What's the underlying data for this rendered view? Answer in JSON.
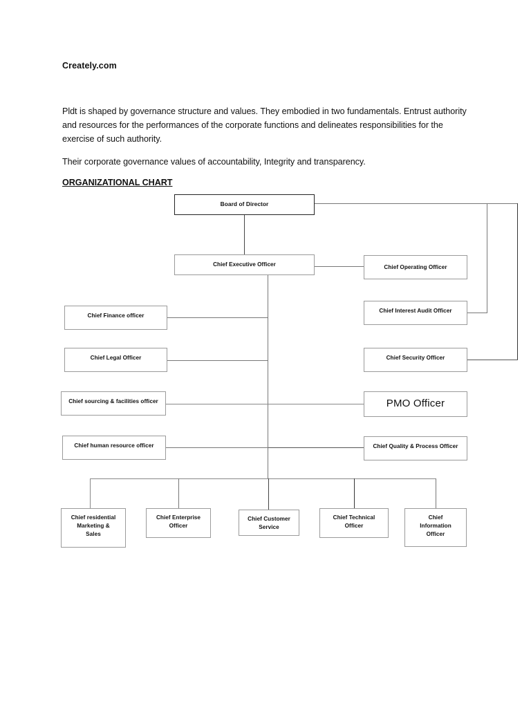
{
  "document": {
    "site_name": "Creately.com",
    "paragraph_1": "Pldt is shaped by governance structure and values. They embodied in two fundamentals. Entrust authority and resources for the performances of the corporate functions and delineates responsibilities for the exercise of such authority.",
    "paragraph_2": "Their corporate governance values of accountability, Integrity and transparency.",
    "section_title": "ORGANIZATIONAL CHART"
  },
  "chart_data": {
    "type": "diagram",
    "title": "ORGANIZATIONAL CHART",
    "root": "Board of Director",
    "nodes": {
      "board": "Board of Director",
      "ceo": "Chief Executive Officer",
      "coo": "Chief Operating Officer",
      "finance": "Chief Finance officer",
      "interest_audit": "Chief Interest Audit Officer",
      "legal": "Chief Legal Officer",
      "security": "Chief Security Officer",
      "sourcing": "Chief sourcing & facilities officer",
      "pmo": "PMO Officer",
      "hr": "Chief human resource officer",
      "quality": "Chief Quality & Process Officer",
      "residential_l1": "Chief residential",
      "residential_l2": "Marketing &",
      "residential_l3": "Sales",
      "enterprise_l1": "Chief Enterprise",
      "enterprise_l2": "Officer",
      "customer_l1": "Chief Customer",
      "customer_l2": "Service",
      "technical_l1": "Chief Technical",
      "technical_l2": "Officer",
      "information_l1": "Chief",
      "information_l2": "Information",
      "information_l3": "Officer"
    },
    "hierarchy": [
      {
        "name": "Board of Director",
        "children": [
          {
            "name": "Chief Executive Officer",
            "children": [
              {
                "name": "Chief Operating Officer"
              },
              {
                "name": "Chief Finance officer"
              },
              {
                "name": "Chief Legal Officer"
              },
              {
                "name": "Chief sourcing & facilities officer"
              },
              {
                "name": "Chief human resource officer"
              },
              {
                "name": "PMO Officer"
              },
              {
                "name": "Chief Quality & Process Officer"
              },
              {
                "name": "Chief residential Marketing & Sales"
              },
              {
                "name": "Chief Enterprise Officer"
              },
              {
                "name": "Chief Customer Service"
              },
              {
                "name": "Chief Technical Officer"
              },
              {
                "name": "Chief Information Officer"
              }
            ]
          },
          {
            "name": "Chief Interest Audit Officer"
          },
          {
            "name": "Chief Security Officer"
          }
        ]
      }
    ],
    "colors": {
      "box_border": "#9a9a9a",
      "root_border": "#222222",
      "connector": "#6f6f6f",
      "text": "#111111",
      "background": "#ffffff"
    }
  }
}
